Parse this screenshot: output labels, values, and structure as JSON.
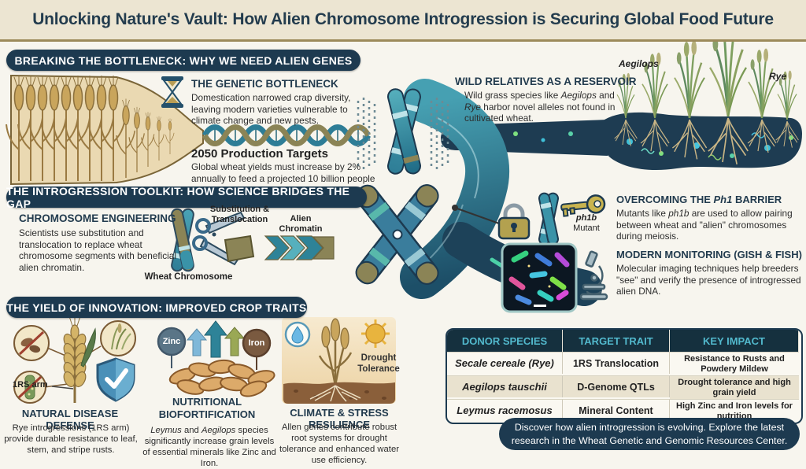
{
  "title": "Unlocking Nature's Vault: How Alien Chromosome Introgression is Securing Global Food Future",
  "sections": {
    "bottleneck": {
      "header": "BREAKING THE BOTTLENECK: WHY WE NEED ALIEN GENES",
      "genetic": {
        "heading": "THE GENETIC BOTTLENECK",
        "body": "Domestication narrowed crap diversity, leaving modern varieties vulnerable to climate change and new pests."
      },
      "targets": {
        "heading": "2050 Production Targets",
        "body": "Global wheat yields must increase by 2% annually to feed a projected 10 billion people"
      },
      "reservoir": {
        "heading": "WILD RELATIVES AS A RESERVOIR",
        "body_pre": "Wild grass species like ",
        "body_i1": "Aegilops",
        "body_mid": " and ",
        "body_i2": "Rye",
        "body_post": " harbor novel alleles not found in cultivated wheat."
      },
      "label_aegilops": "Aegilops",
      "label_rye": "Rye"
    },
    "toolkit": {
      "header": "THE INTROGRESSION TOOLKIT: HOW SCIENCE BRIDGES THE GAP",
      "engineering": {
        "heading": "CHROMOSOME ENGINEERING",
        "body": "Scientists use substitution and translocation to replace wheat chromosome segments with beneficial alien chromatin.",
        "label_substitution": "Substitution & Translocation",
        "label_alien": "Alien Chromatin",
        "label_wheat": "Wheat Chromosome"
      },
      "ph1": {
        "heading_pre": "OVERCOMING THE ",
        "heading_i": "Ph1",
        "heading_post": " BARRIER",
        "body_pre": "Mutants like ",
        "body_i": "ph1b",
        "body_post": " are used to allow pairing between wheat and \"alien\" chromosomes during meiosis.",
        "label_mutant_i": "ph1b",
        "label_mutant": "Mutant"
      },
      "monitoring": {
        "heading": "MODERN MONITORING (GISH & FISH)",
        "body": "Molecular imaging techniques help breeders \"see\" and verify the presence of introgressed alien DNA."
      }
    },
    "yield": {
      "header": "THE YIELD OF INNOVATION: IMPROVED CROP TRAITS",
      "disease": {
        "label_arm": "1RS arm",
        "heading": "NATURAL DISEASE DEFENSE",
        "body": "Rye introgressions (1RS arm) provide durable resistance to leaf, stem, and stripe rusts."
      },
      "nutrition": {
        "badge_zinc": "Zinc",
        "badge_iron": "Iron",
        "heading": "NUTRITIONAL BIOFORTIFICATION",
        "body_i1": "Leymus",
        "body_mid": " and ",
        "body_i2": "Aegilops",
        "body_post": " species significantly increase grain levels of essential minerals like Zinc and Iron."
      },
      "climate": {
        "label_drought": "Drought Tolerance",
        "heading": "CLIMATE & STRESS RESILIENCE",
        "body": "Allen genes contribute robust root systems for drought tolerance and enhanced water use efficiency."
      }
    }
  },
  "table": {
    "headers": [
      "DONOR SPECIES",
      "TARGET TRAIT",
      "KEY IMPACT"
    ],
    "rows": [
      {
        "species": "Secale cereale (Rye)",
        "trait": "1RS Translocation",
        "impact": "Resistance to Rusts and Powdery Mildew"
      },
      {
        "species": "Aegilops tauschii",
        "trait": "D-Genome QTLs",
        "impact": "Drought tolerance and high grain yield"
      },
      {
        "species": "Leymus racemosus",
        "trait": "Mineral Content",
        "impact": "High Zinc and Iron levels for nutrition"
      }
    ]
  },
  "callout": "Discover how alien introgression is evolving. Explore the latest research in the Wheat Genetic and Genomic Resources Center.",
  "colors": {
    "navy": "#1d3a50",
    "teal": "#2e8398",
    "olive": "#8b8456",
    "cream": "#ece5d2",
    "table_header_text": "#52b9cd",
    "shield_blue": "#4a90b8"
  }
}
